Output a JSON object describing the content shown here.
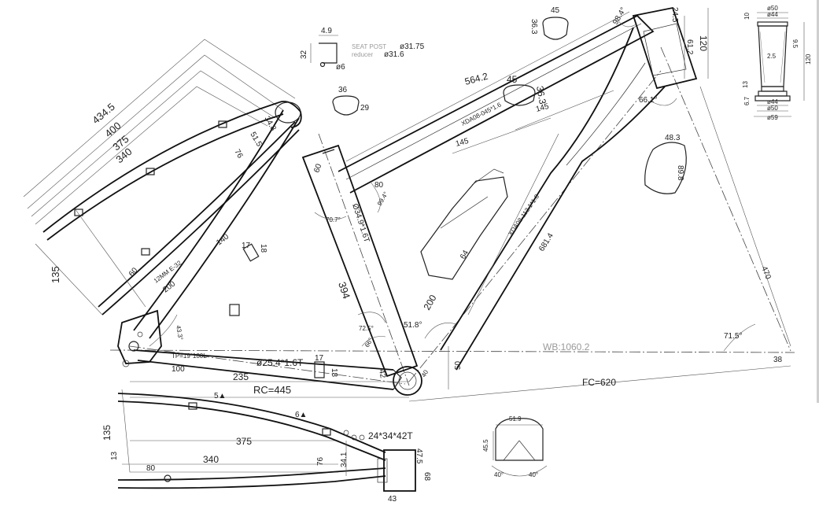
{
  "labels": {
    "seatpost_dia": "ø31.75",
    "seatpost_dia2": "ø31.6",
    "seat_post_caption": "SEAT POST",
    "reducer_caption": "reducer",
    "dim_4_9": "4.9",
    "dim_32": "32",
    "dim_6": "ø6",
    "dim_36": "36",
    "dim_29": "29",
    "top_45": "45",
    "top_36_3": "36.3",
    "dim_564_2": "564.2",
    "tt_45": "45",
    "tt_36_3": "36.3",
    "tt_145a": "145",
    "tt_145b": "145",
    "tt_tube": "XDA08-045*1.6",
    "dim_98_4": "98.4°",
    "dim_24_5": "24.5",
    "dim_120": "120",
    "dim_61_2": "61.2",
    "dim_66_1": "66.1°",
    "dt_48_3": "48.3",
    "dt_89_8": "89.8",
    "dt_tube": "XDA08-113.1*1.8",
    "dim_681_4": "681.4",
    "dim_64": "64",
    "dim_200_bottle": "200",
    "dim_51_8": "51.8°",
    "dim_470": "470",
    "dim_71_5": "71.5°",
    "dim_394": "394",
    "st_tube": "Ø34.9*1.6T",
    "dim_60": "60",
    "dim_80": "80",
    "dim_99_4": "99.4°",
    "dim_70_7": "70.7°",
    "dim_72_5": "72.5°",
    "dim_66": "66°",
    "dim_42": "42",
    "dim_40": "40",
    "dim_50": "50",
    "wb": "WB:1060.2",
    "fc": "FC=620",
    "dim_38": "38",
    "ss_434_5": "434.5",
    "ss_400": "400",
    "ss_375": "375",
    "ss_340": "340",
    "ss_76": "76",
    "ss_51_5": "51.5",
    "ss_34_8": "34.8",
    "ss_135": "135",
    "ss_60": "60",
    "ss_200": "200",
    "ss_140": "140",
    "ss_17": "17",
    "ss_18": "18",
    "ss_12mm": "12MM E-32",
    "ss_43_3": "43.3°",
    "cs_tube": "TP=19*180L",
    "cs_25_4": "ø25.4*1.6T",
    "cs_17": "17",
    "cs_18": "18",
    "cs_100": "100",
    "cs_235": "235",
    "rc": "RC=445",
    "cs_5a": "5▲",
    "cs_6a": "6▲",
    "cs_135": "135",
    "cs_375": "375",
    "cs_13": "13",
    "cs_340": "340",
    "cs_80": "80",
    "cs_76": "76",
    "cs_34_1": "34.1",
    "cs_24_34": "24*34*42T",
    "cs_47_5": "47.5",
    "cs_68": "68",
    "cs_43": "43",
    "bb_51_9": "51.9",
    "bb_45_5": "45.5",
    "bb_40a": "40°",
    "bb_40b": "40°",
    "ht_50top": "ø50",
    "ht_44top": "ø44",
    "ht_10": "10",
    "ht_9_5": "9.5",
    "ht_2_5": "2.5",
    "ht_120": "120",
    "ht_13": "13",
    "ht_6_7": "6.7",
    "ht_44b": "ø44",
    "ht_50b": "ø50",
    "ht_59": "ø59"
  }
}
